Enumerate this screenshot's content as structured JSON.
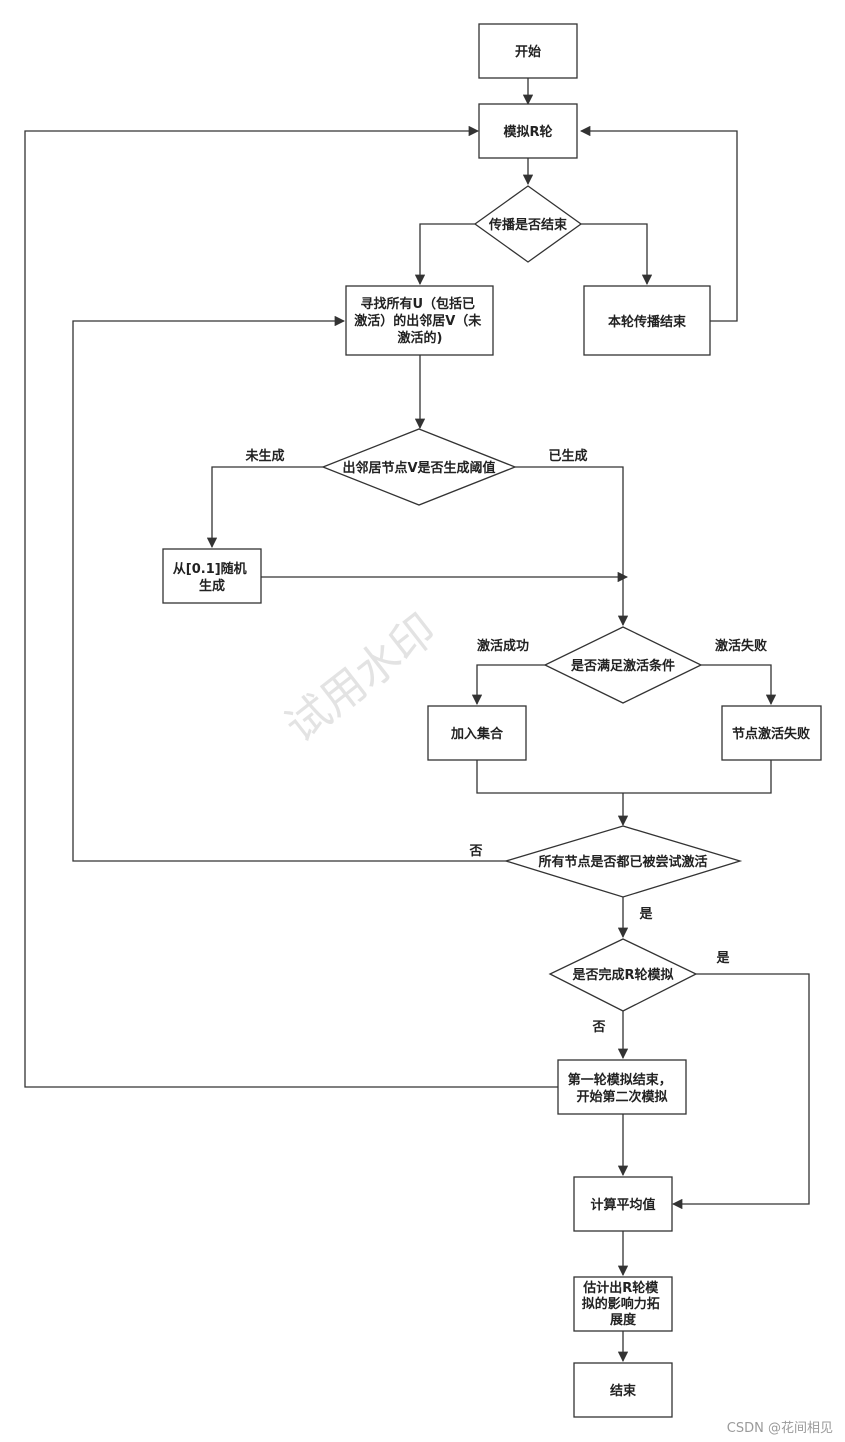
{
  "nodes": {
    "start": "开始",
    "simulate": "模拟R轮",
    "propagation_end_check": "传播是否结束",
    "find_neighbors": [
      "寻找所有U（包括已",
      "激活）的出邻居V（未",
      "激活的)"
    ],
    "round_end": "本轮传播结束",
    "threshold_check": "出邻居节点V是否生成阈值",
    "random_gen": [
      "从[0.1]随机",
      "生成"
    ],
    "activation_check": "是否满足激活条件",
    "add_set": "加入集合",
    "activation_fail": "节点激活失败",
    "all_tried_check": "所有节点是否都已被尝试激活",
    "r_done_check": "是否完成R轮模拟",
    "next_round": [
      "第一轮模拟结束，",
      "开始第二次模拟"
    ],
    "average": "计算平均值",
    "estimate": [
      "估计出R轮模",
      "拟的影响力拓",
      "展度"
    ],
    "end": "结束"
  },
  "edge_labels": {
    "not_generated": "未生成",
    "generated": "已生成",
    "activate_success": "激活成功",
    "activate_fail": "激活失败",
    "no_all_tried": "否",
    "yes_all_tried": "是",
    "yes_r_done": "是",
    "no_r_done": "否"
  },
  "watermark": "试用水印",
  "credit": "CSDN @花间相见"
}
